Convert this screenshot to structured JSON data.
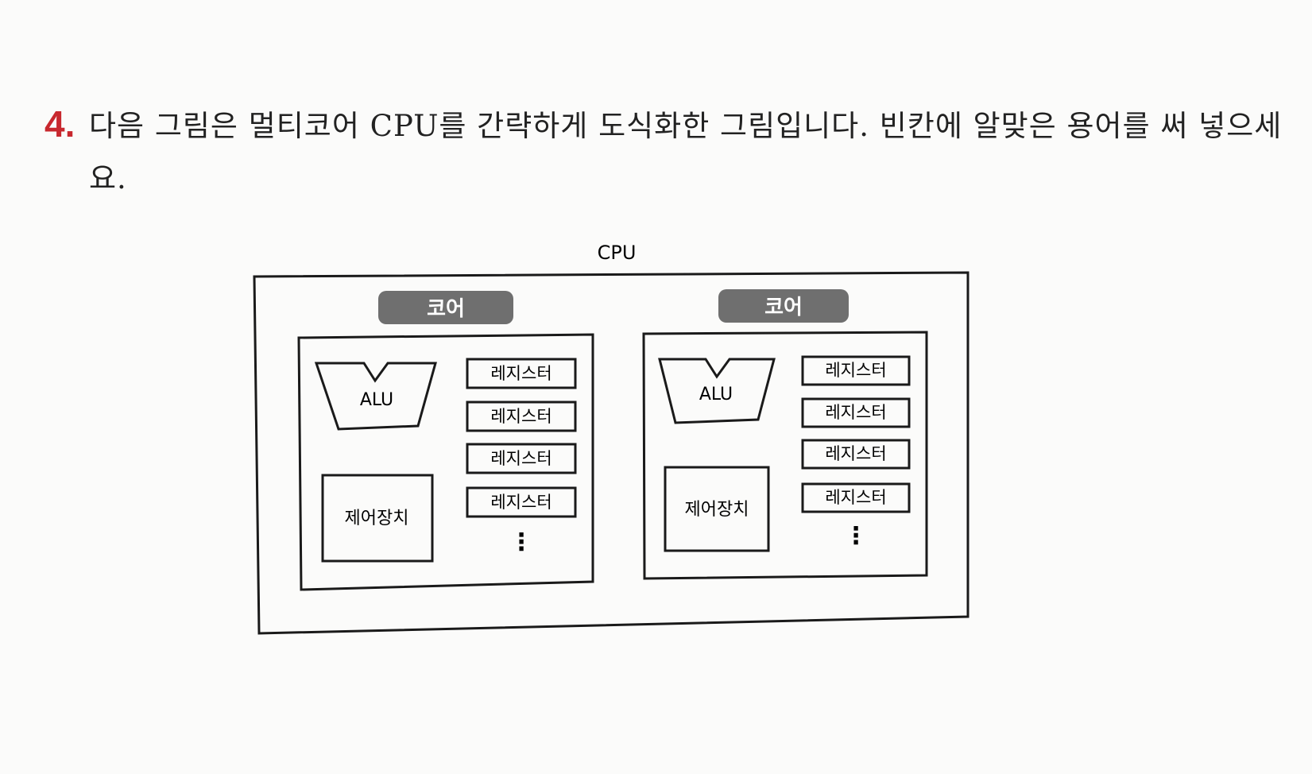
{
  "question": {
    "number": "4.",
    "text": "다음 그림은 멀티코어 CPU를 간략하게 도식화한 그림입니다. 빈칸에 알맞은 용어를 써 넣으세요."
  },
  "diagram": {
    "cpu_label": "CPU",
    "cores": [
      {
        "tag": "코어",
        "alu_label": "ALU",
        "control_label": "제어장치",
        "registers": [
          "레지스터",
          "레지스터",
          "레지스터",
          "레지스터"
        ],
        "ellipsis": "⋮"
      },
      {
        "tag": "코어",
        "alu_label": "ALU",
        "control_label": "제어장치",
        "registers": [
          "레지스터",
          "레지스터",
          "레지스터",
          "레지스터"
        ],
        "ellipsis": "⋮"
      }
    ]
  },
  "colors": {
    "question_number": "#c8282e",
    "core_tag_fill": "#6f6f6f",
    "core_tag_text": "#ffffff",
    "line": "#1a1a1a"
  }
}
